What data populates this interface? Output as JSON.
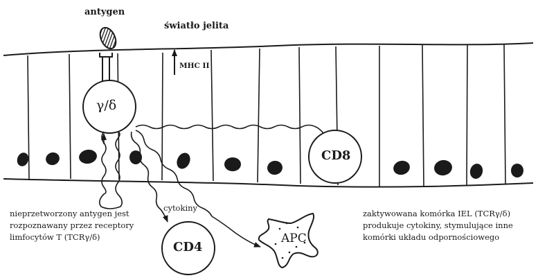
{
  "labels": {
    "antigen": "antygen",
    "lumen": "światło jelita",
    "mhc": "MHC II",
    "gd_cell": "γ/δ",
    "cd8": "CD8",
    "cd4": "CD4",
    "apc": "APC",
    "cytokines": "cytokiny"
  },
  "captions": {
    "left": [
      "nieprzetworzony antygen jest",
      "rozpoznawany przez receptory",
      "limfocytów T (TCRγ/δ)"
    ],
    "right": [
      "zaktywowana komórka IEL (TCRγ/δ)",
      "produkuje cytokiny, stymulujące inne",
      "komórki układu odpornościowego"
    ]
  },
  "colors": {
    "ink": "#1a1a1a",
    "background": "#ffffff"
  }
}
